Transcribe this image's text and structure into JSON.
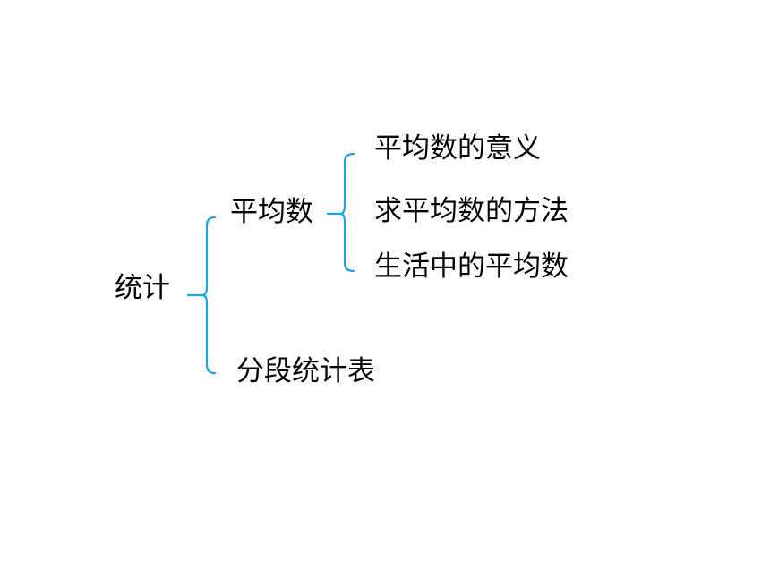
{
  "colors": {
    "bracket": "#1aa3e8",
    "text": "#000000",
    "background": "#ffffff"
  },
  "tree": {
    "root": "统计",
    "branch_average": {
      "label": "平均数",
      "children": [
        "平均数的意义",
        "求平均数的方法",
        "生活中的平均数"
      ]
    },
    "branch_table": {
      "label": "分段统计表"
    }
  }
}
